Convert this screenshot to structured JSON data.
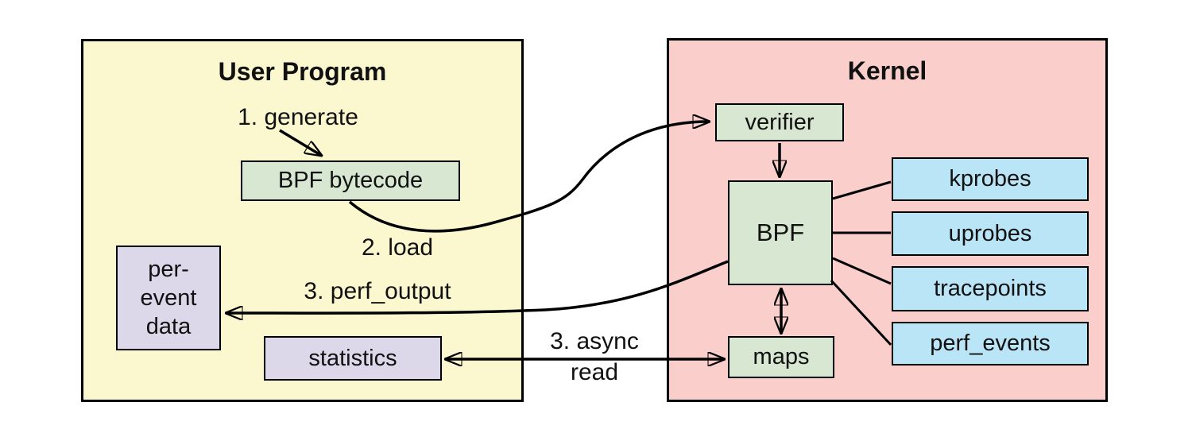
{
  "colors": {
    "user_program_bg": "#FBF8CF",
    "kernel_bg": "#F9CECB",
    "process_bg": "#D7E7D1",
    "event_source_bg": "#BAE5F7",
    "output_bg": "#DCD7E9",
    "border": "#000000"
  },
  "containers": {
    "user_program": {
      "title": "User Program"
    },
    "kernel": {
      "title": "Kernel"
    }
  },
  "nodes": {
    "bpf_bytecode": {
      "label": "BPF bytecode"
    },
    "per_event_data": {
      "lines": [
        "per-",
        "event",
        "data"
      ]
    },
    "statistics": {
      "label": "statistics"
    },
    "verifier": {
      "label": "verifier"
    },
    "bpf": {
      "label": "BPF"
    },
    "maps": {
      "label": "maps"
    },
    "kprobes": {
      "label": "kprobes"
    },
    "uprobes": {
      "label": "uprobes"
    },
    "tracepoints": {
      "label": "tracepoints"
    },
    "perf_events": {
      "label": "perf_events"
    }
  },
  "edge_labels": {
    "generate": "1. generate",
    "load": "2. load",
    "perf_output": "3. perf_output",
    "async_read_line1": "3. async",
    "async_read_line2": "read"
  }
}
